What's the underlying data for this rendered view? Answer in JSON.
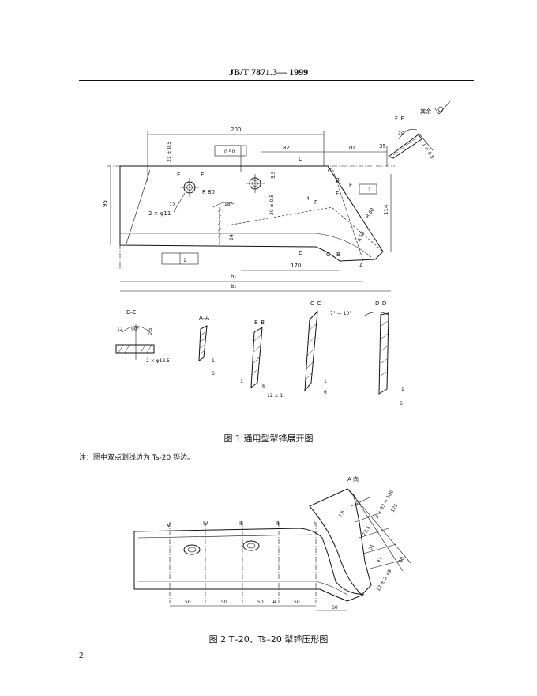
{
  "header": {
    "standard_no": "JB/T  7871.3— 1999"
  },
  "figure1": {
    "caption": "图   1    通用型犁铧展开图",
    "note": "注：图中双点划线边为 Ts-20 铧边。",
    "labels": {
      "rest": "其余",
      "ff": "F–F",
      "ee": "E–E",
      "aa": "A–A",
      "bb": "B–B",
      "cc": "C–C",
      "dd": "D–D",
      "e": "E",
      "d": "D",
      "c": "C",
      "b": "B",
      "f": "F",
      "a": "A",
      "b1": "b₁",
      "b2": "b₂"
    },
    "dims": {
      "d200": "200",
      "d82": "82",
      "d70": "70",
      "d35": "35",
      "d35b": "35",
      "d95": "95",
      "d114": "114",
      "d170": "170",
      "d21": "21 ± 0.5",
      "d20": "20 ± 0.5",
      "d5_5": "5.5",
      "d24": "24",
      "r80": "R 80",
      "r60a": "R 60",
      "r60b": "R 60",
      "d22": "22",
      "d18": "18°",
      "hole": "2 × φ11",
      "tol050": "0.50",
      "tol1": "1",
      "tol1b": "1",
      "d4": "4",
      "d1_5": "1 ± 0.5",
      "ee_90": "90°",
      "ee_12": "12",
      "ee_0_5": "0.5",
      "ee_hole": "2 × φ18.5",
      "cc_angle": "7° — 10°",
      "aa_1": "1",
      "aa_6": "6",
      "bb_1": "1",
      "bb_6": "6",
      "bb_12": "12 ± 1",
      "cc_1": "1",
      "cc_6": "6",
      "dd_1": "1",
      "dd_6": "6"
    }
  },
  "figure2": {
    "caption": "图   2     T–20、Ts–20 犁铧压形图",
    "labels": {
      "view_a": "A 向",
      "v": "V",
      "iv": "Ⅳ",
      "iii": "Ⅲ",
      "ii": "Ⅱ",
      "i": "Ⅰ",
      "a": "A"
    },
    "dims": {
      "d50a": "50",
      "d50b": "50",
      "d50c": "50",
      "d50d": "50",
      "d60": "60",
      "d125": "125",
      "d3x33": "3 × 33 = 100",
      "d7_5": "7.5",
      "d15": "15",
      "d22_5": "22.5",
      "d31": "31",
      "d41": "41",
      "d49": "49",
      "d12": "12 ± 3",
      "d10": "10"
    }
  },
  "page_number": "2"
}
